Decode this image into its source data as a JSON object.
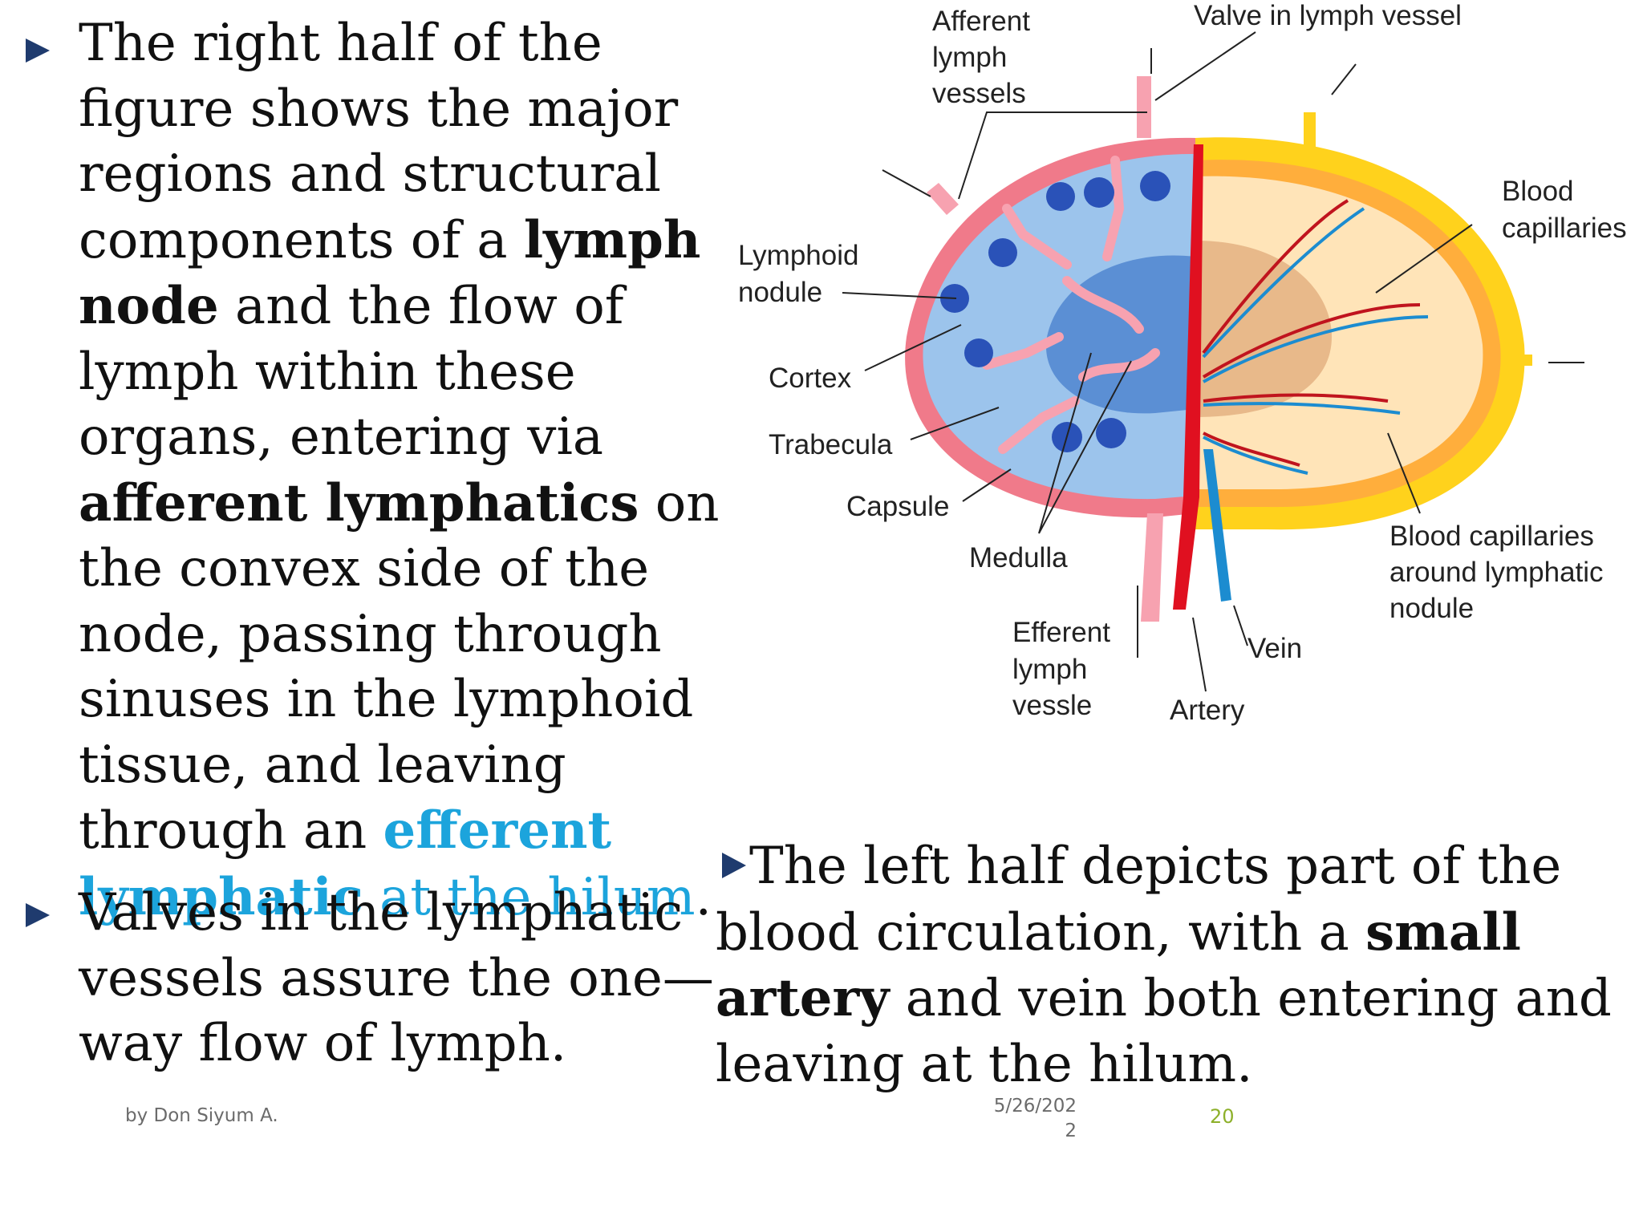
{
  "left_paragraph": {
    "p1": "The right half of the figure shows the major regions and structural components of a ",
    "p1_bold": "lymph node",
    "p2": " and the flow of lymph within these organs, entering via ",
    "p2_bold": "afferent lymphatics",
    "p3": "  on the convex side of the node, passing through sinuses  in the lymphoid tissue, and leaving through  an ",
    "p3_blue_bold": "efferent lymphatic",
    "p3_blue": " at the hilum",
    "p3_end": "."
  },
  "valves_paragraph": "Valves in the lymphatic vessels assure the one—way flow of lymph.",
  "right_paragraph": {
    "p1": "The left half depicts part of the blood circulation, with a ",
    "p1_bold": "small artery",
    "p2": " and vein both entering and leaving at the hilum."
  },
  "diagram_labels": {
    "afferent_1": "Afferent",
    "afferent_2": "lymph",
    "afferent_3": "vessels",
    "valve": "Valve in lymph vessel",
    "blood_cap_1": "Blood",
    "blood_cap_2": "capillaries",
    "lymphoid_1": "Lymphoid",
    "lymphoid_2": "nodule",
    "cortex": "Cortex",
    "trabecula": "Trabecula",
    "capsule": "Capsule",
    "medulla": "Medulla",
    "bcan_1": "Blood capillaries",
    "bcan_2": "around lymphatic",
    "bcan_3": "nodule",
    "efferent_1": "Efferent",
    "efferent_2": "lymph",
    "efferent_3": "vessle",
    "vein": "Vein",
    "artery": "Artery"
  },
  "footer": {
    "author": "by Don Siyum A.",
    "date": "5/26/2022",
    "page": "20"
  },
  "colors": {
    "bullet": "#1f3b6e",
    "highlight_blue": "#1ca4dc",
    "capsule_pink": "#f07a8a",
    "cortex_blue": "#9cc4ec",
    "nodule_dark_blue": "#2a52b8",
    "yellow": "#ffd21c",
    "orange": "#ff9a2a",
    "artery_red": "#e01020",
    "vein_blue": "#1c8cd0",
    "page_number": "#8db02a"
  }
}
